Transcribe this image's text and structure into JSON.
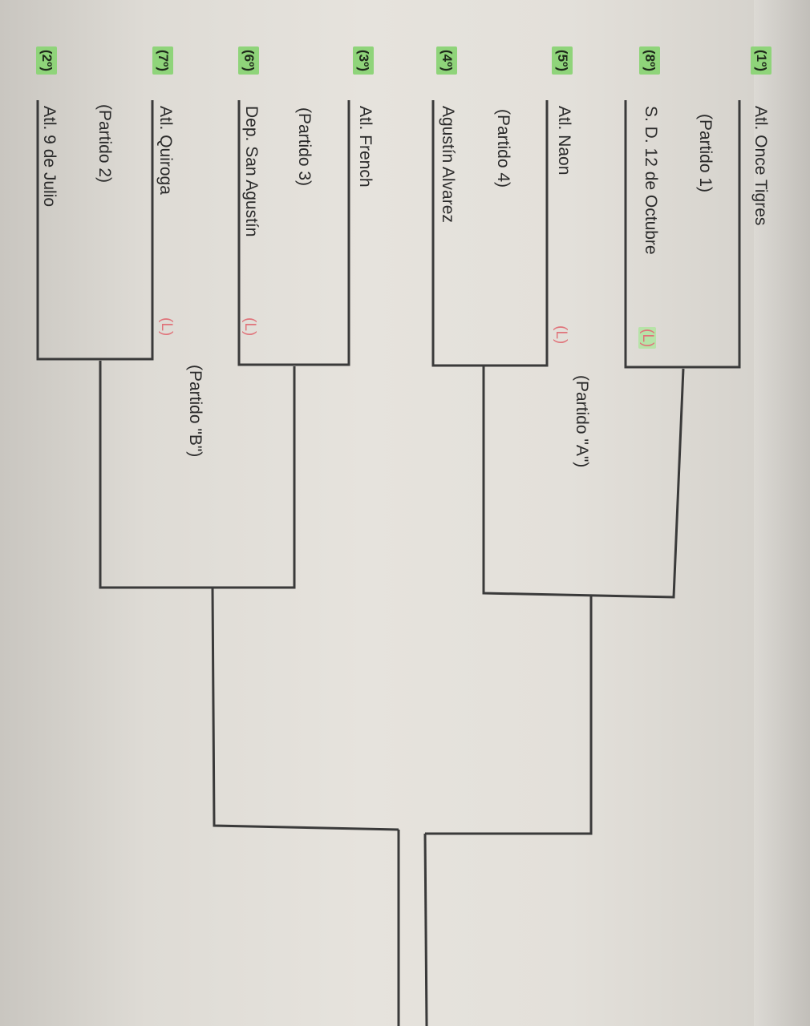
{
  "teams": [
    {
      "seed": "(1º)",
      "name": "Atl. Once Tigres"
    },
    {
      "seed": "(8º)",
      "name": "S. D. 12 de Octubre"
    },
    {
      "seed": "(5º)",
      "name": "Atl. Naon"
    },
    {
      "seed": "(4º)",
      "name": "Agustín Alvarez"
    },
    {
      "seed": "(3º)",
      "name": "Atl. French"
    },
    {
      "seed": "(6º)",
      "name": "Dep. San Agustín"
    },
    {
      "seed": "(7º)",
      "name": "Atl. Quiroga"
    },
    {
      "seed": "(2º)",
      "name": "Atl. 9 de Julio"
    }
  ],
  "matches": {
    "m1": "(Partido 1)",
    "m4": "(Partido 4)",
    "m3": "(Partido 3)",
    "m2": "(Partido 2)",
    "mA": "(Partido \"A\")",
    "mB": "(Partido \"B\")"
  },
  "local_marker": "(L)",
  "colors": {
    "seed_bg": "#8fd47a",
    "local_marker": "#e0737a",
    "line": "#3a3a3a"
  }
}
